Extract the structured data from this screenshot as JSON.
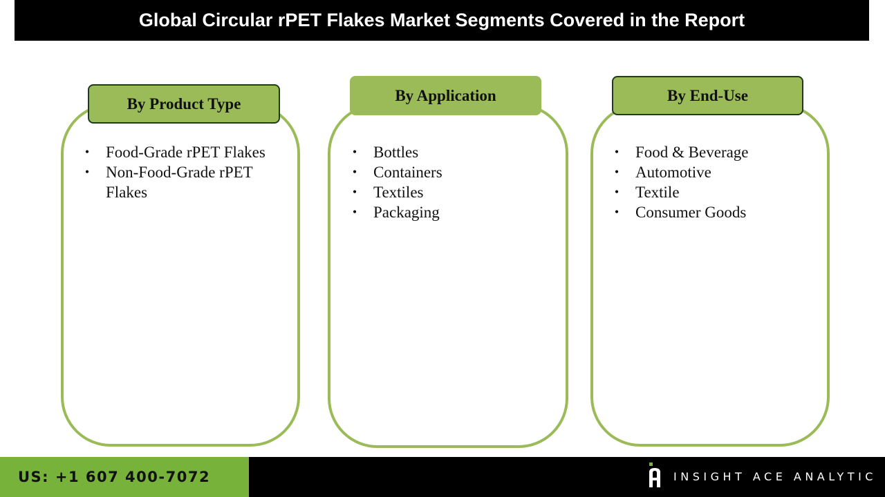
{
  "title": "Global Circular rPET Flakes Market Segments Covered in the Report",
  "colors": {
    "accent_green": "#9bbb59",
    "footer_green": "#77b23a",
    "dark": "#000000"
  },
  "segments": [
    {
      "heading": "By Product Type",
      "items": [
        "Food-Grade rPET Flakes",
        "Non-Food-Grade rPET Flakes"
      ]
    },
    {
      "heading": "By Application",
      "items": [
        "Bottles",
        "Containers",
        "Textiles",
        "Packaging"
      ]
    },
    {
      "heading": "By End-Use",
      "items": [
        "Food & Beverage",
        "Automotive",
        "Textile",
        "Consumer Goods"
      ]
    }
  ],
  "footer": {
    "phone": "US: +1 607 400-7072",
    "brand": "INSIGHT ACE ANALYTIC",
    "bullet": "•"
  }
}
